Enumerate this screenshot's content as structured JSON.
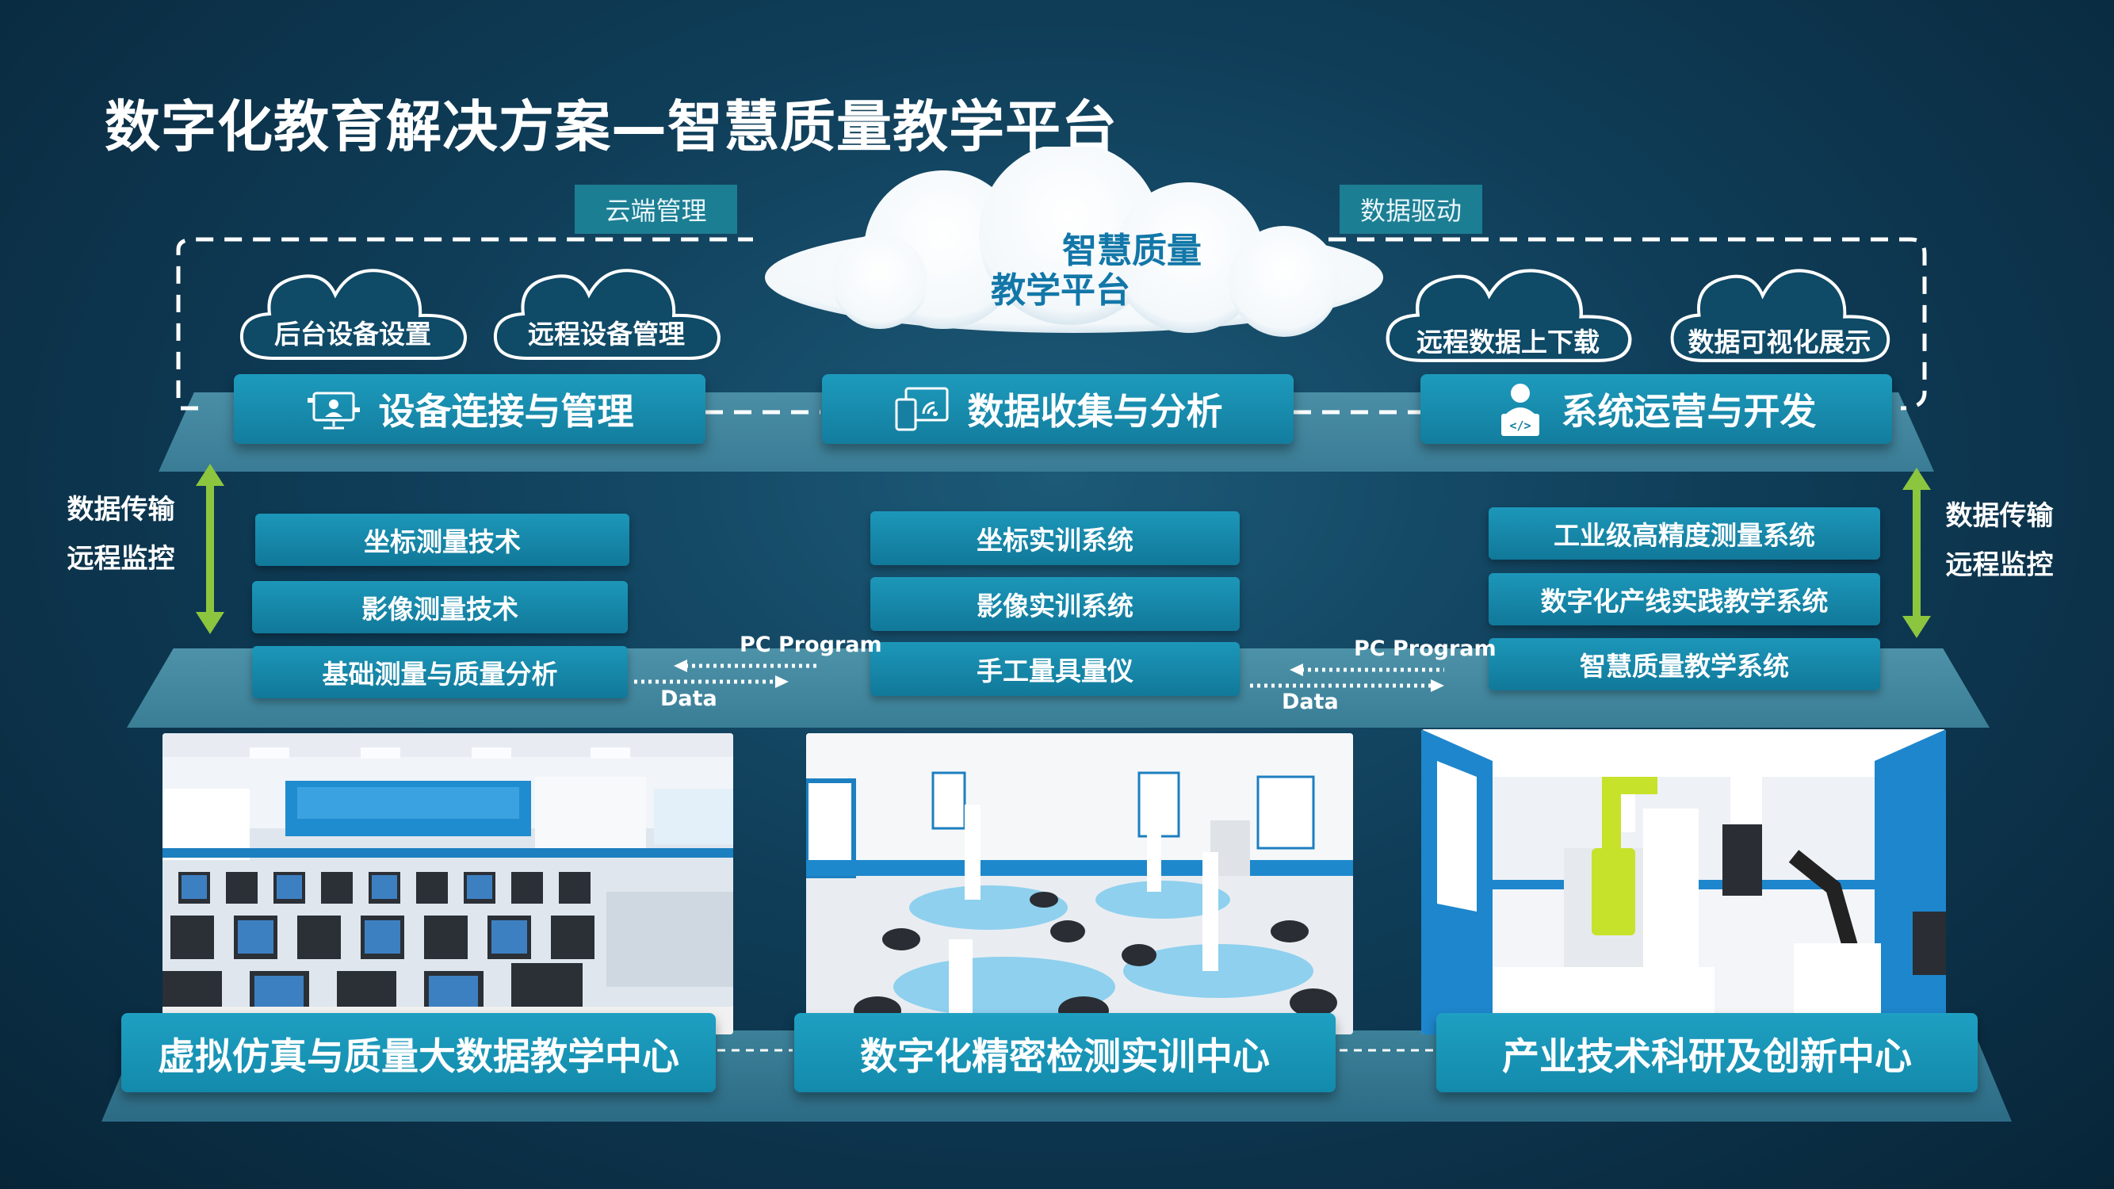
{
  "title": "数字化教育解决方案—智慧质量教学平台",
  "platform": {
    "name_line1": "智慧质量",
    "name_line2": "教学平台",
    "tag_left": "云端管理",
    "tag_right": "数据驱动"
  },
  "cloud_features": [
    "后台设备设置",
    "远程设备管理",
    "远程数据上下载",
    "数据可视化展示"
  ],
  "modules": [
    {
      "label": "设备连接与管理",
      "icon": "device-connection-icon"
    },
    {
      "label": "数据收集与分析",
      "icon": "data-collection-icon"
    },
    {
      "label": "系统运营与开发",
      "icon": "developer-icon"
    }
  ],
  "side_labels": {
    "left": [
      "数据传输",
      "远程监控"
    ],
    "right": [
      "数据传输",
      "远程监控"
    ]
  },
  "capabilities": {
    "left": [
      "坐标测量技术",
      "影像测量技术",
      "基础测量与质量分析"
    ],
    "middle": [
      "坐标实训系统",
      "影像实训系统",
      "手工量具量仪"
    ],
    "right": [
      "工业级高精度测量系统",
      "数字化产线实践教学系统",
      "智慧质量教学系统"
    ]
  },
  "flows": [
    {
      "top": "PC Program",
      "bottom": "Data"
    },
    {
      "top": "PC Program",
      "bottom": "Data"
    }
  ],
  "centers": [
    "虚拟仿真与质量大数据教学中心",
    "数字化精密检测实训中心",
    "产业技术科研及创新中心"
  ],
  "colors": {
    "background": "#0f3d58",
    "module_blue": "#1a92b5",
    "arrow_green": "#8cc63f",
    "platform_layer": "#3f84a0"
  }
}
